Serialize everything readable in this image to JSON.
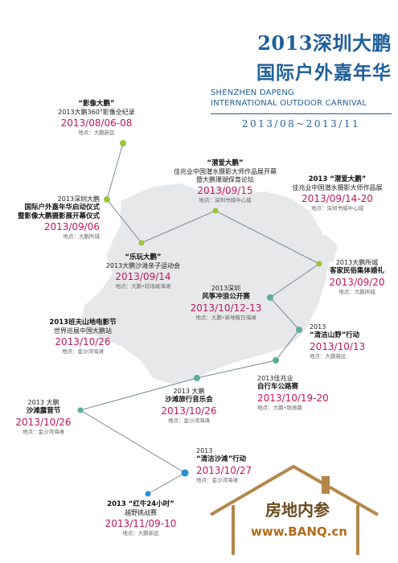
{
  "header": {
    "title_line1": "2013深圳大鹏",
    "title_line2": "国际户外嘉年华",
    "subtitle_en_line1": "SHENZHEN DAPENG",
    "subtitle_en_line2": "INTERNATIONAL OUTDOOR CARNIVAL",
    "date_range": "2013/08~2013/11"
  },
  "events": [
    {
      "id": "e1",
      "title": "“影像大鹏”",
      "lines": [
        "2013大鹏360°影像全纪录"
      ],
      "date": "2013/08/06-08",
      "location": "地点：大鹏新区"
    },
    {
      "id": "e2",
      "title": "“潜爱大鹏”",
      "lines": [
        "佳兆业中国潜水摄影大师作品展开幕",
        "暨大鹏珊瑚保育论坛"
      ],
      "date": "2013/09/15",
      "location": "地点：深圳书城中心城"
    },
    {
      "id": "e3",
      "title": "2013 “潜爱大鹏”",
      "lines": [
        "佳兆业中国潜水摄影大师作品展"
      ],
      "date": "2013/09/14-20",
      "location": "地点：深圳书城中心城"
    },
    {
      "id": "e4",
      "title": "2013深圳大鹏",
      "lines": [
        "国际户外嘉年华启动仪式",
        "暨影像大鹏摄影展开幕仪式"
      ],
      "date": "2013/09/06",
      "location": "地点：大鹏所城"
    },
    {
      "id": "e5",
      "title": "“乐玩大鹏”",
      "lines": [
        "2013大鹏沙滩亲子运动会"
      ],
      "date": "2013/09/14",
      "location": "地点：大鹏•较场尾海滩"
    },
    {
      "id": "e6",
      "title": "2013大鹏所城",
      "lines": [
        "客家民俗集体婚礼"
      ],
      "date": "2013/09/20",
      "location": "地点：大鹏所城"
    },
    {
      "id": "e7",
      "title": "2013深圳",
      "lines": [
        "风筝冲浪公开赛"
      ],
      "date": "2013/10/12-13",
      "location": "地点：大鹏•新地鞍日海滩"
    },
    {
      "id": "e8",
      "title": "2013",
      "lines": [
        "“清洁山野”行动"
      ],
      "date": "2013/10/13",
      "location": "地点：大鹏新区"
    },
    {
      "id": "e9",
      "title": "2013班夫山地电影节",
      "lines": [
        "世界巡展中国大鹏站"
      ],
      "date": "2013/10/26",
      "location": "地点：金沙湾海滩"
    },
    {
      "id": "e10",
      "title": "2013佳兆业",
      "lines": [
        "自行车公路赛"
      ],
      "date": "2013/10/19-20",
      "location": "地点：大鹏•银滩路"
    },
    {
      "id": "e11",
      "title": "2013 大鹏",
      "lines": [
        "沙滩旅行音乐会"
      ],
      "date": "2013/10/26",
      "location": "地点：金沙湾海滩"
    },
    {
      "id": "e12",
      "title": "2013 大鹏",
      "lines": [
        "沙滩露营节"
      ],
      "date": "2013/10/26",
      "location": "地点：金沙湾海滩"
    },
    {
      "id": "e13",
      "title": "2013",
      "lines": [
        "“清洁沙滩”行动"
      ],
      "date": "2013/10/27",
      "location": "地点：金沙湾海滩"
    },
    {
      "id": "e14",
      "title": "2013 “红牛24小时”",
      "lines": [
        "越野挑战赛"
      ],
      "date": "2013/11/09-10",
      "location": "地点：大鹏新区"
    }
  ],
  "watermark": {
    "text": "房地内参",
    "url": "www.BANQ.cn"
  },
  "colors": {
    "brand": "#1f5f9a",
    "date": "#c2185b",
    "line": "#7a8a90",
    "map": "#e6e8ea",
    "dot_green": "#9cc43a",
    "dot_teal": "#5fae9a",
    "dot_blue": "#2a8fd0"
  }
}
